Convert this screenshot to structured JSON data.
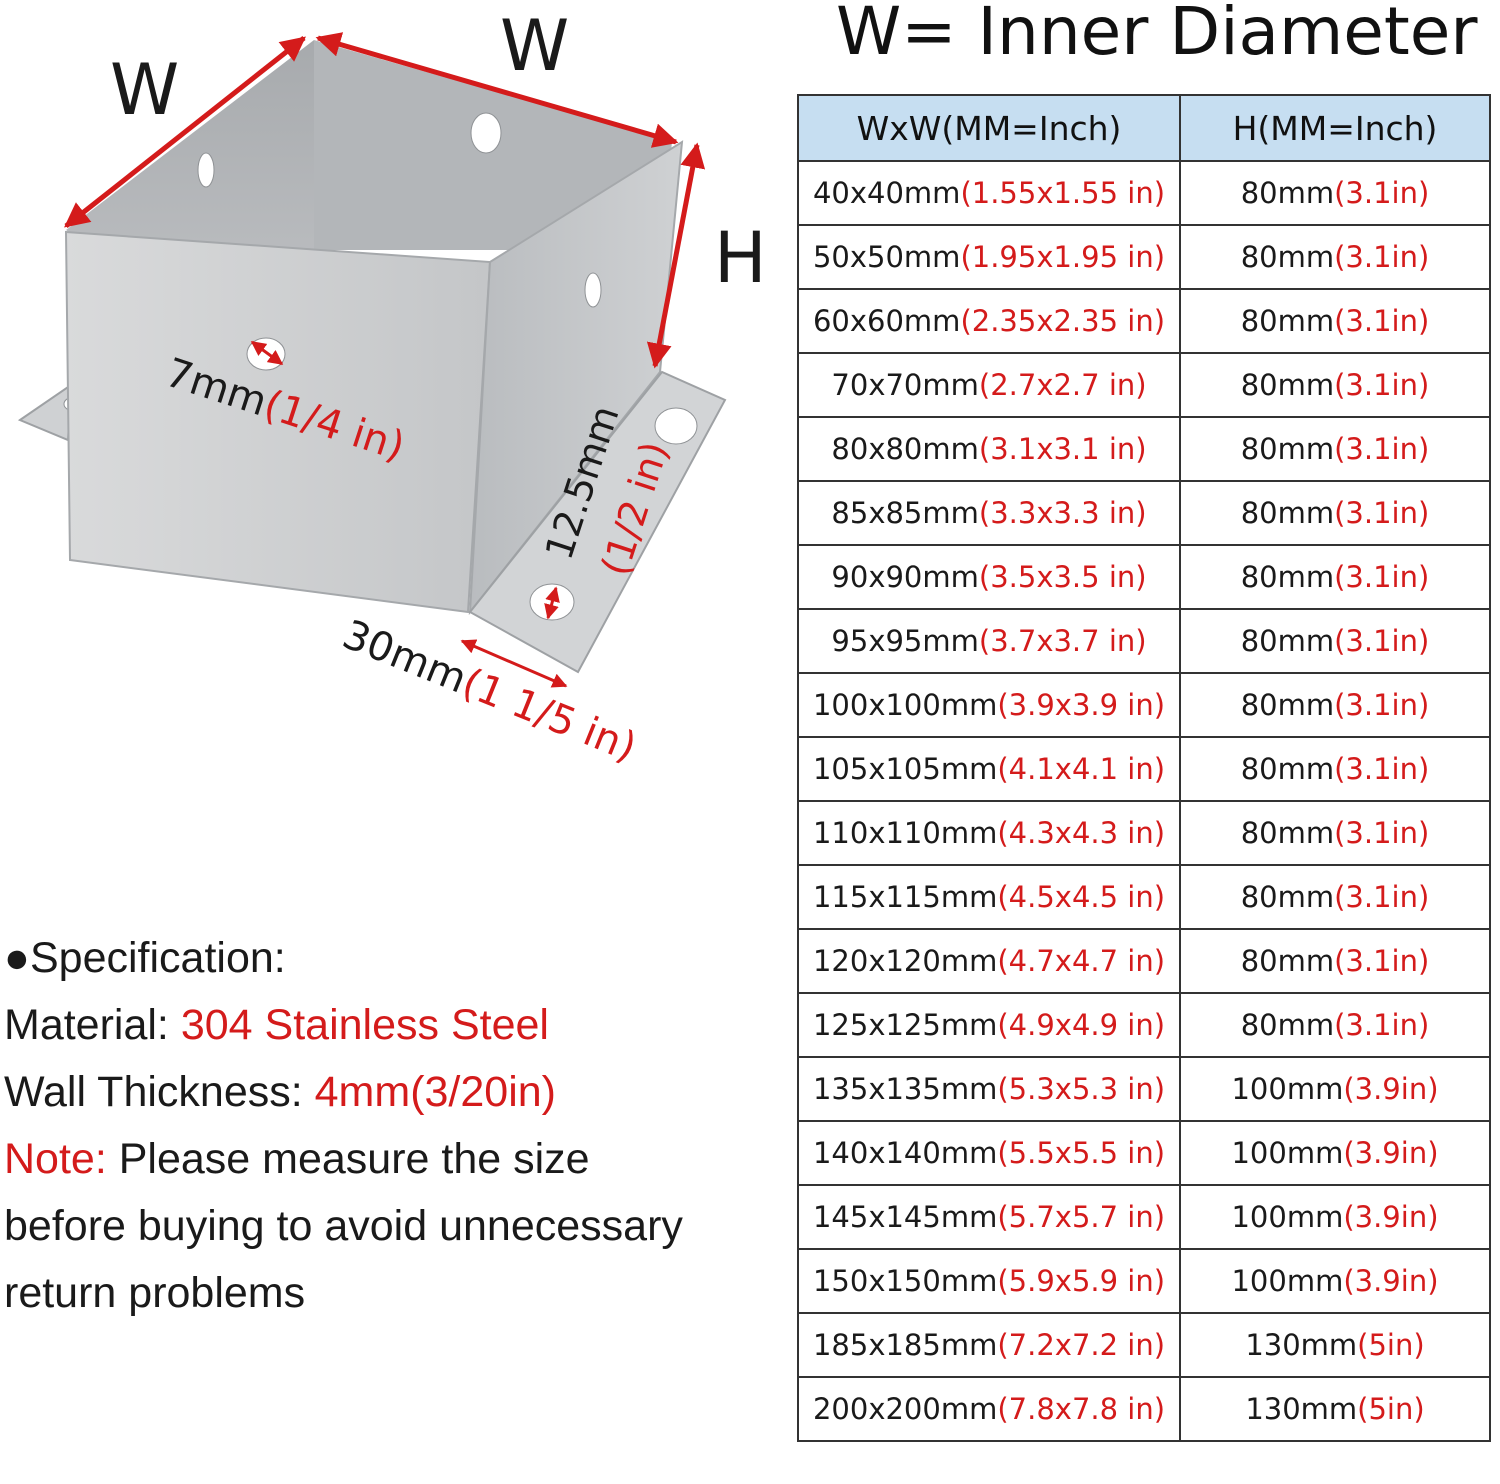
{
  "diagram": {
    "labels": {
      "width_left": "W",
      "width_top": "W",
      "height": "H",
      "hole_mm": "7mm",
      "hole_in": "(1/4 in)",
      "flange_hole_mm": "12.5mm",
      "flange_hole_in": "(1/2 in)",
      "flange_mm": "30mm",
      "flange_in": "(1 1/5 in)"
    }
  },
  "table": {
    "title": "W= Inner Diameter",
    "headers": [
      "WxW(MM=Inch)",
      "H(MM=Inch)"
    ],
    "rows": [
      {
        "w_mm": "40x40mm",
        "w_in": "(1.55x1.55 in)",
        "h_mm": "80mm",
        "h_in": "(3.1in)"
      },
      {
        "w_mm": "50x50mm",
        "w_in": "(1.95x1.95 in)",
        "h_mm": "80mm",
        "h_in": "(3.1in)"
      },
      {
        "w_mm": "60x60mm",
        "w_in": "(2.35x2.35 in)",
        "h_mm": "80mm",
        "h_in": "(3.1in)"
      },
      {
        "w_mm": "70x70mm",
        "w_in": "(2.7x2.7 in)",
        "h_mm": "80mm",
        "h_in": "(3.1in)"
      },
      {
        "w_mm": "80x80mm",
        "w_in": "(3.1x3.1 in)",
        "h_mm": "80mm",
        "h_in": "(3.1in)"
      },
      {
        "w_mm": "85x85mm",
        "w_in": "(3.3x3.3 in)",
        "h_mm": "80mm",
        "h_in": "(3.1in)"
      },
      {
        "w_mm": "90x90mm",
        "w_in": "(3.5x3.5 in)",
        "h_mm": "80mm",
        "h_in": "(3.1in)"
      },
      {
        "w_mm": "95x95mm",
        "w_in": "(3.7x3.7 in)",
        "h_mm": "80mm",
        "h_in": "(3.1in)"
      },
      {
        "w_mm": "100x100mm",
        "w_in": "(3.9x3.9 in)",
        "h_mm": "80mm",
        "h_in": "(3.1in)"
      },
      {
        "w_mm": "105x105mm",
        "w_in": "(4.1x4.1 in)",
        "h_mm": "80mm",
        "h_in": "(3.1in)"
      },
      {
        "w_mm": "110x110mm",
        "w_in": "(4.3x4.3 in)",
        "h_mm": "80mm",
        "h_in": "(3.1in)"
      },
      {
        "w_mm": "115x115mm",
        "w_in": "(4.5x4.5 in)",
        "h_mm": "80mm",
        "h_in": "(3.1in)"
      },
      {
        "w_mm": "120x120mm",
        "w_in": "(4.7x4.7 in)",
        "h_mm": "80mm",
        "h_in": "(3.1in)"
      },
      {
        "w_mm": "125x125mm",
        "w_in": "(4.9x4.9 in)",
        "h_mm": "80mm",
        "h_in": "(3.1in)"
      },
      {
        "w_mm": "135x135mm",
        "w_in": "(5.3x5.3 in)",
        "h_mm": "100mm",
        "h_in": "(3.9in)"
      },
      {
        "w_mm": "140x140mm",
        "w_in": "(5.5x5.5 in)",
        "h_mm": "100mm",
        "h_in": "(3.9in)"
      },
      {
        "w_mm": "145x145mm",
        "w_in": "(5.7x5.7 in)",
        "h_mm": "100mm",
        "h_in": "(3.9in)"
      },
      {
        "w_mm": "150x150mm",
        "w_in": "(5.9x5.9 in)",
        "h_mm": "100mm",
        "h_in": "(3.9in)"
      },
      {
        "w_mm": "185x185mm",
        "w_in": "(7.2x7.2 in)",
        "h_mm": "130mm",
        "h_in": "(5in)"
      },
      {
        "w_mm": "200x200mm",
        "w_in": "(7.8x7.8 in)",
        "h_mm": "130mm",
        "h_in": "(5in)"
      }
    ]
  },
  "spec": {
    "heading": "●Specification:",
    "material_label": "Material: ",
    "material_value": "304 Stainless Steel",
    "thickness_label": "Wall Thickness: ",
    "thickness_value": "4mm(3/20in)",
    "note_label": "Note:",
    "note_line1": " Please measure the size",
    "note_line2": "before buying to avoid unnecessary",
    "note_line3": "return problems"
  },
  "colors": {
    "accent_red": "#d41b1b",
    "header_blue": "#c6def1",
    "metal": "#c9cbcd"
  }
}
